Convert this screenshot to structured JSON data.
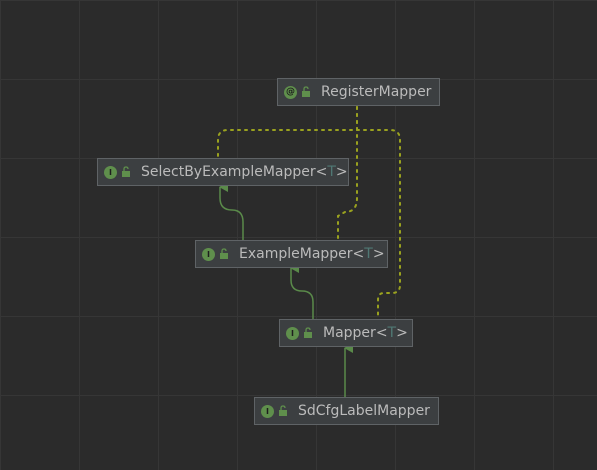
{
  "nodes": {
    "register_mapper": {
      "kind": "@",
      "name": "RegisterMapper"
    },
    "select_by_example_mapper": {
      "kind": "I",
      "name": "SelectByExampleMapper",
      "lt": "<",
      "type_param": "T",
      "gt": ">"
    },
    "example_mapper": {
      "kind": "I",
      "name": "ExampleMapper",
      "lt": "<",
      "type_param": "T",
      "gt": ">"
    },
    "mapper": {
      "kind": "I",
      "name": "Mapper",
      "lt": "<",
      "type_param": "T",
      "gt": ">"
    },
    "sdcfg_label_mapper": {
      "kind": "I",
      "name": "SdCfgLabelMapper"
    }
  },
  "colors": {
    "background": "#2b2b2b",
    "grid": "#363636",
    "node_fill": "#3c3f41",
    "node_border": "#5f6366",
    "inherit_edge": "#5a8a4a",
    "annotation_edge": "#9aa21f",
    "badge": "#5f8f4c",
    "text": "#bbbbbb"
  },
  "icons": {
    "interface": "interface-icon",
    "annotation": "annotation-icon",
    "access": "unlocked-icon"
  }
}
